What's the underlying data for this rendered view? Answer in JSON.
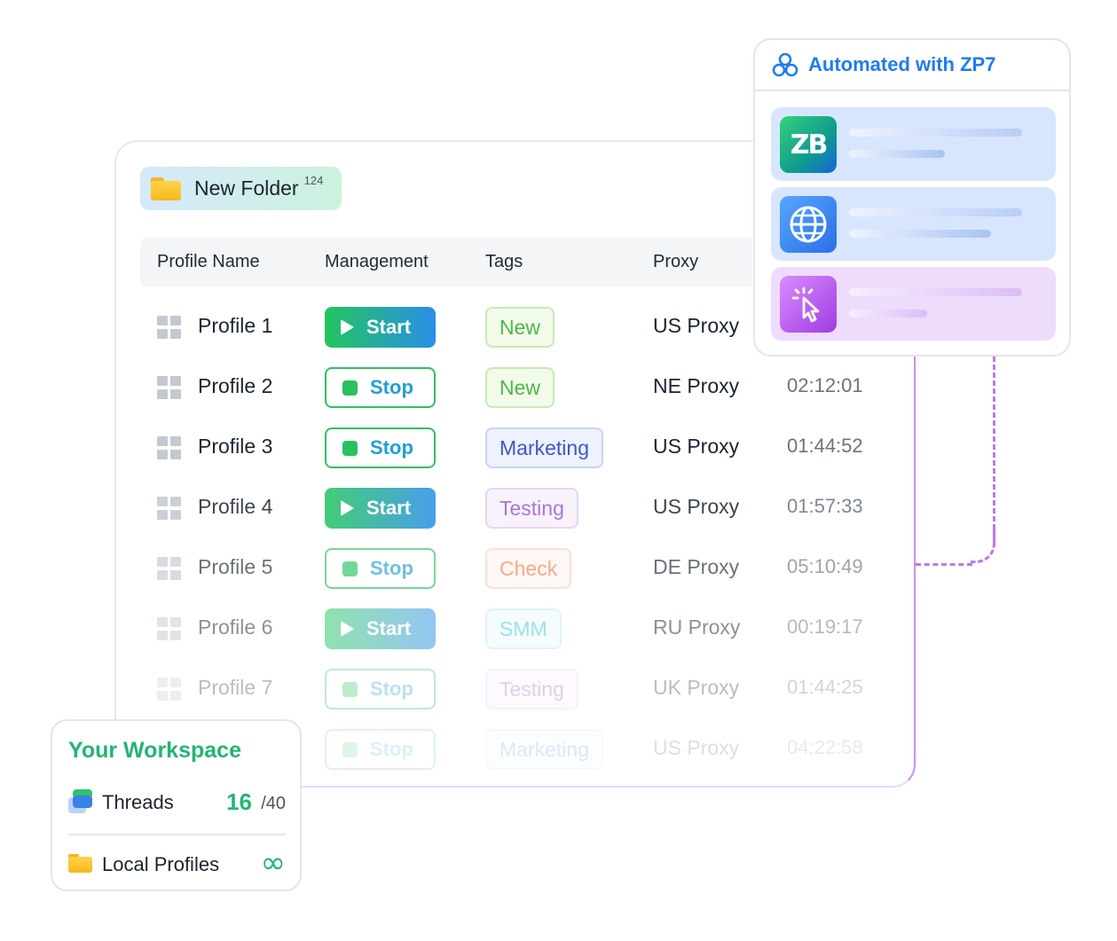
{
  "folder": {
    "name": "New Folder",
    "count": "124"
  },
  "table": {
    "headers": [
      "Profile Name",
      "Management",
      "Tags",
      "Proxy"
    ],
    "rows": [
      {
        "name": "Profile 1",
        "action": "Start",
        "tag": "New",
        "proxy": "US Proxy",
        "time": ""
      },
      {
        "name": "Profile 2",
        "action": "Stop",
        "tag": "New",
        "proxy": "NE Proxy",
        "time": "02:12:01"
      },
      {
        "name": "Profile 3",
        "action": "Stop",
        "tag": "Marketing",
        "proxy": "US Proxy",
        "time": "01:44:52"
      },
      {
        "name": "Profile 4",
        "action": "Start",
        "tag": "Testing",
        "proxy": "US Proxy",
        "time": "01:57:33"
      },
      {
        "name": "Profile 5",
        "action": "Stop",
        "tag": "Check",
        "proxy": "DE Proxy",
        "time": "05:10:49"
      },
      {
        "name": "Profile 6",
        "action": "Start",
        "tag": "SMM",
        "proxy": "RU Proxy",
        "time": "00:19:17"
      },
      {
        "name": "Profile 7",
        "action": "Stop",
        "tag": "Testing",
        "proxy": "UK Proxy",
        "time": "01:44:25"
      },
      {
        "name": "",
        "action": "Stop",
        "tag": "Marketing",
        "proxy": "US Proxy",
        "time": "04:22:58"
      }
    ]
  },
  "tag_colors": {
    "New": "#4cb848",
    "Marketing": "#3e57c9",
    "Testing": "#9a5fd0",
    "Check": "#ef7d4f",
    "SMM": "#35c3e6"
  },
  "automation": {
    "title": "Automated with ZP7",
    "items": [
      {
        "icon": "zb-logo-icon",
        "icon_text": "ZB"
      },
      {
        "icon": "globe-icon"
      },
      {
        "icon": "cursor-click-icon"
      }
    ]
  },
  "workspace": {
    "title": "Your Workspace",
    "threads_label": "Threads",
    "threads_used": "16",
    "threads_total": "/40",
    "local_profiles_label": "Local Profiles",
    "local_profiles_value": "∞"
  },
  "colors": {
    "accent_blue": "#1f7cf0",
    "accent_green": "#22b573",
    "dashed_connector": "#bf78ec"
  }
}
